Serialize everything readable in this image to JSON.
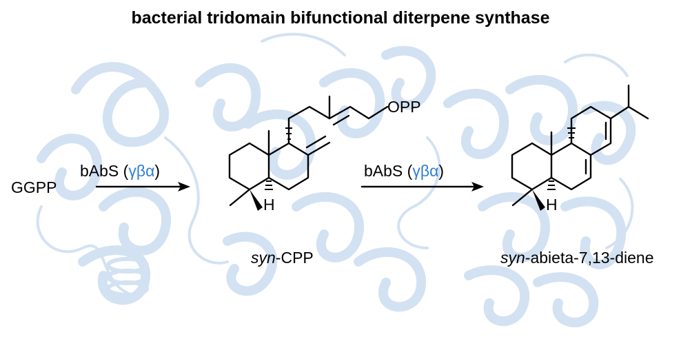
{
  "title": "bacterial tridomain bifunctional diterpene synthase",
  "substrate": "GGPP",
  "enzyme_1": {
    "name": "bAbS (",
    "domains": [
      "γ",
      "β",
      "α"
    ],
    "close": ")"
  },
  "enzyme_2": {
    "name": "bAbS (",
    "domains": [
      "γ",
      "β",
      "α"
    ],
    "close": ")"
  },
  "intermediate": {
    "label_prefix": "syn",
    "label_suffix": "-CPP",
    "opp_label": "OPP",
    "h_label": "H"
  },
  "product": {
    "label_prefix": "syn",
    "label_suffix": "-abieta-7,13-diene",
    "h_label": "H"
  },
  "colors": {
    "highlight_domain": "#2f7fd6",
    "background_protein": "#7aa6d8",
    "text": "#000000"
  }
}
